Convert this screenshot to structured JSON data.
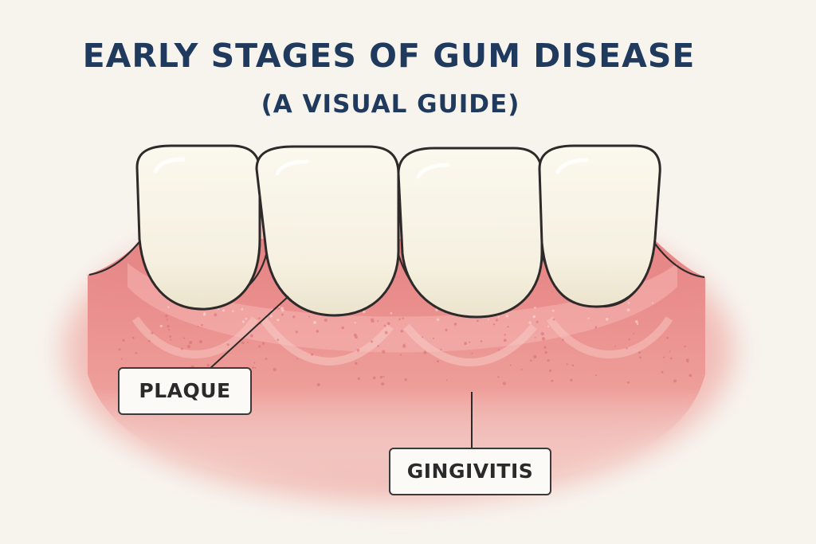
{
  "title": "EARLY STAGES OF GUM DISEASE",
  "subtitle": "(A VISUAL GUIDE)",
  "labels": {
    "plaque": "PLAQUE",
    "gingivitis": "GINGIVITIS"
  },
  "colors": {
    "title": "#1f3a5c",
    "gum": "#e88c8c",
    "tooth": "#f8f4e8",
    "background": "#f7f4ee"
  }
}
